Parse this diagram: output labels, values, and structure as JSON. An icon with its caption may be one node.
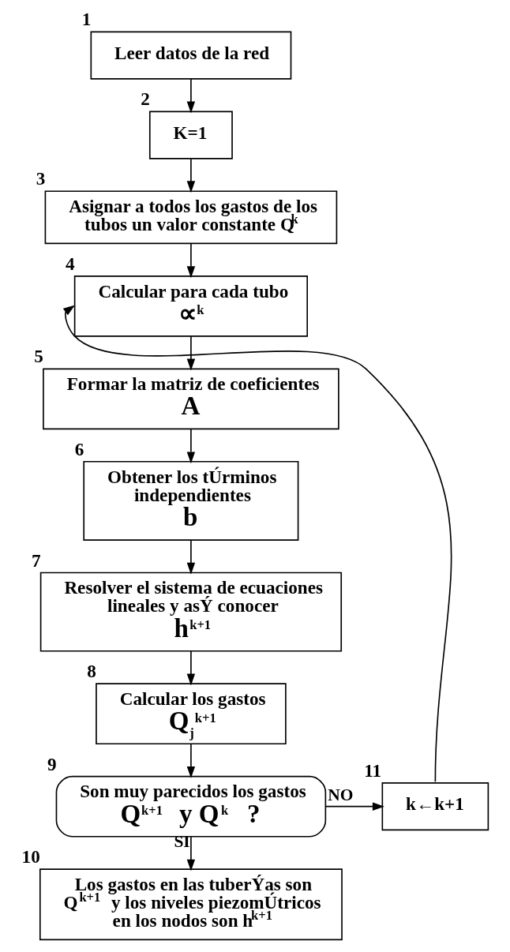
{
  "diagram": {
    "nodes": [
      {
        "text": [
          "Leer datos de la red"
        ],
        "beside": [
          "1"
        ]
      },
      {
        "text": [
          "K=1"
        ],
        "beside": [
          "2"
        ]
      },
      {
        "text": [
          "Asignar a todos los gastos de los tubos un valor constante Q$^{k}$"
        ],
        "beside": [
          "3"
        ]
      },
      {
        "text": [
          "Calcular para cada tubo",
          "∝$^{k}$"
        ],
        "beside": [
          "4"
        ]
      },
      {
        "text": [
          "Formar la matriz de coeficientes",
          "A"
        ],
        "beside": [
          "5"
        ]
      },
      {
        "text": [
          "Obtener los tÚrminos independientes",
          "b"
        ],
        "beside": [
          "6"
        ]
      },
      {
        "text": [
          "Resolver el sistema de ecuaciones lineales y asÝ conocer",
          "h$^{k+1}$"
        ],
        "beside": [
          "7"
        ]
      },
      {
        "text": [
          "Calcular los gastos",
          "Q$_{j}$$^{k+1}$"
        ],
        "beside": [
          "8"
        ]
      },
      {
        "text": [
          "Son muy parecidos los gastos",
          "Q$^{k+1}$ y Q$^{k}$ ?"
        ],
        "beside": [
          "9"
        ]
      },
      {
        "text": [
          "Los gastos en las tuberÝas son Q$^{k+1}$ y los niveles piezomÚtricos en los nodos son h$^{k+1}$"
        ],
        "beside": [
          "10"
        ]
      },
      {
        "text": [
          "k←k+1"
        ],
        "beside": [
          "11"
        ]
      }
    ],
    "edges": [
      {
        "from": 0,
        "to": 1,
        "arrow": "to"
      },
      {
        "from": 1,
        "to": 2,
        "arrow": "to"
      },
      {
        "from": 2,
        "to": 3,
        "arrow": "to"
      },
      {
        "from": 3,
        "to": 4,
        "arrow": "to"
      },
      {
        "from": 4,
        "to": 5,
        "arrow": "to"
      },
      {
        "from": 5,
        "to": 6,
        "arrow": "to"
      },
      {
        "from": 6,
        "to": 7,
        "arrow": "to"
      },
      {
        "from": 7,
        "to": 8,
        "arrow": "to"
      },
      {
        "from": 8,
        "to": 10,
        "arrow": "to",
        "label": "NO"
      },
      {
        "from": 8,
        "to": 9,
        "arrow": "to",
        "label": "SI"
      },
      {
        "from": 10,
        "to": 3,
        "arrow": "to"
      }
    ]
  }
}
